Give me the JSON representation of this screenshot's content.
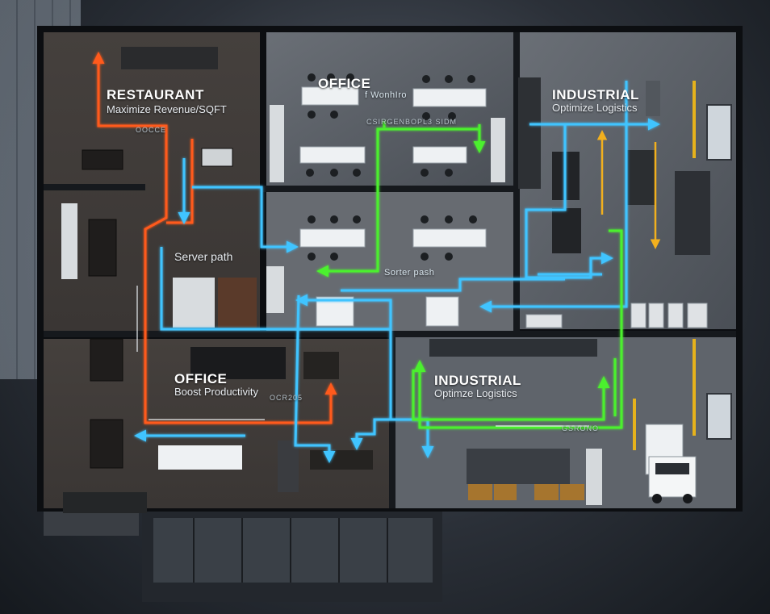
{
  "zones": {
    "restaurant": {
      "title": "RESTAURANT",
      "subtitle": "Maximize Revenue/SQFT"
    },
    "office_top": {
      "title": "OFFICE",
      "sign": "f WonhIro"
    },
    "industrial_top": {
      "title": "INDUSTRIAL",
      "subtitle": "Optimize Logistics"
    },
    "office_bottom": {
      "title": "OFFICE",
      "subtitle": "Boost Productivity",
      "code": "OCR205"
    },
    "industrial_bottom": {
      "title": "INDUSTRIAL",
      "subtitle": "Optimze Logistics",
      "code": "GSRONO"
    }
  },
  "labels": {
    "server_path_left": "Server path",
    "server_path_center": "Sorter pash",
    "office_header_code": "CSIRGENBOPL3 SIDM",
    "restaurant_code": "OOCCE"
  },
  "colors": {
    "restaurant_path": "#ff5a1f",
    "office_path": "#3fc4ff",
    "industrial_path": "#4cf02d",
    "equipment_path": "#f2b01e",
    "wall": "#0c0e11",
    "floor": "#5a5f66"
  },
  "icons": [
    "truck-icon",
    "window-icon",
    "shelving-icon",
    "desk-icon"
  ]
}
